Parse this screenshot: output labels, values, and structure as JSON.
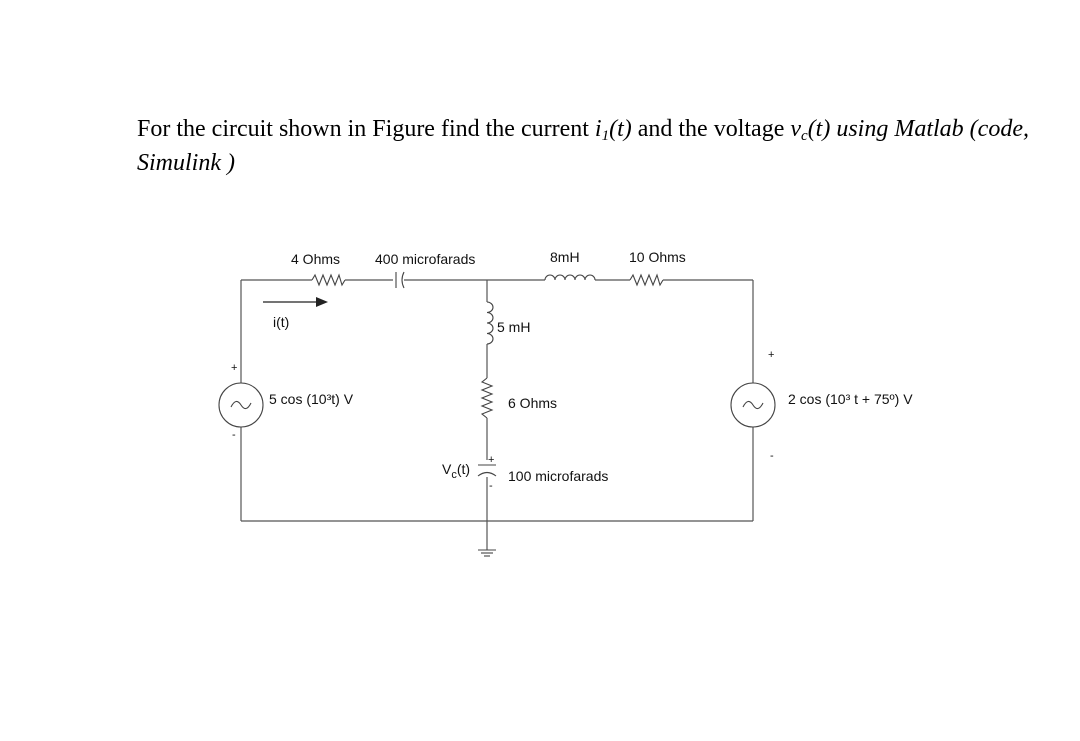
{
  "question": {
    "part1": "For the circuit shown in Figure find the current ",
    "i_letter": "i",
    "i_sub": "1",
    "i_arg": "(t)",
    "part2": " and the voltage ",
    "v_letter": "v",
    "v_sub": "c",
    "v_arg": "(t)",
    "part3": " using Matlab (code, Simulink )"
  },
  "circuit": {
    "r1_label": "4 Ohms",
    "c1_label": "400  microfarads",
    "l1_label": "8mH",
    "r2_label": "10 Ohms",
    "current_label": "i(t)",
    "l2_label": "5 mH",
    "r3_label": "6 Ohms",
    "c2_label": "100  microfarads",
    "vc_label": "V",
    "vc_sub": "c",
    "vc_arg": "(t)",
    "source1_label": "5 cos (10³t) V",
    "source2_label": "2 cos (10³ t + 75º) V",
    "plus": "+",
    "minus": "-"
  }
}
